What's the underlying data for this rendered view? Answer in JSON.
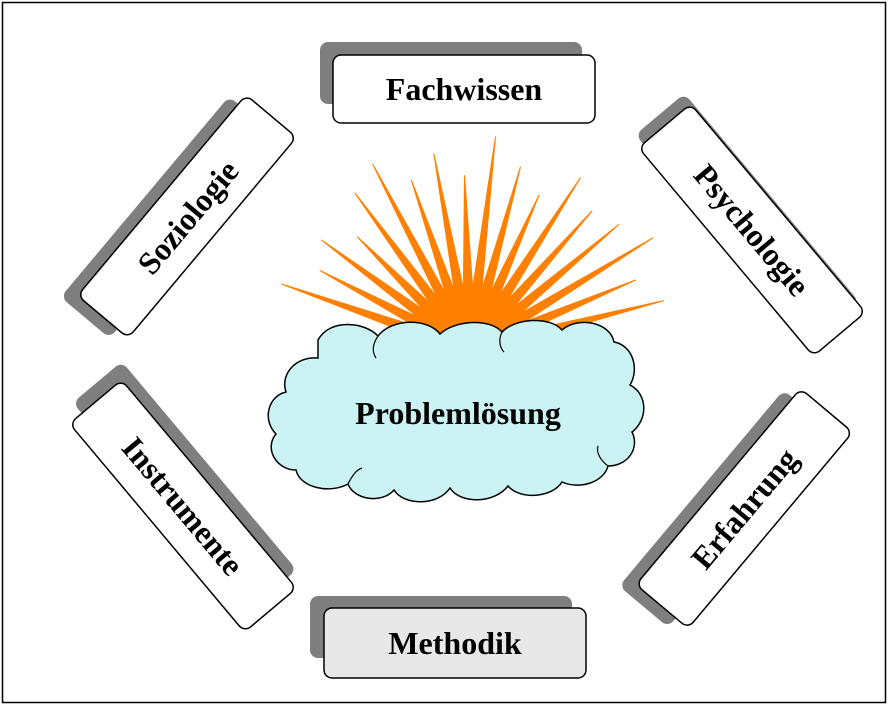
{
  "diagram": {
    "center_label": "Problemlösung",
    "labels": {
      "top": "Fachwissen",
      "top_right": "Psychologie",
      "bottom_right": "Erfahrung",
      "bottom": "Methodik",
      "bottom_left": "Instrumente",
      "top_left": "Soziologie"
    }
  },
  "colors": {
    "sun": "#ff8000",
    "cloud": "#ccf3f3",
    "box_fill": "#ffffff",
    "box_fill_bottom": "#e8e8e8",
    "shadow": "#7f7f7f",
    "outline": "#000000"
  }
}
